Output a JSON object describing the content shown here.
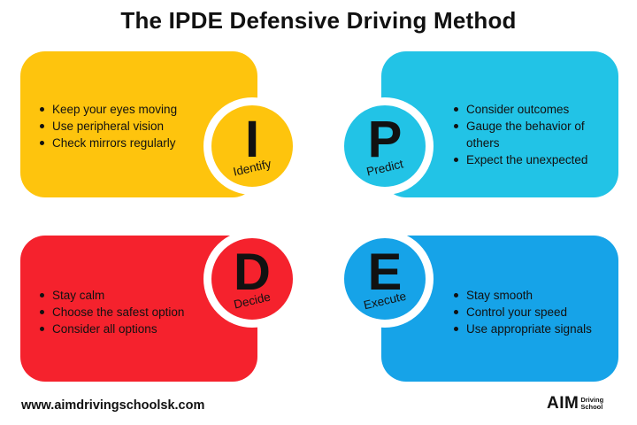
{
  "title": "The IPDE Defensive Driving Method",
  "colors": {
    "identify": "#fec40d",
    "predict": "#22c3e6",
    "decide": "#f5222d",
    "execute": "#16a3e8"
  },
  "identify": {
    "letter": "I",
    "word": "Identify",
    "bullets": [
      "Keep your eyes moving",
      "Use peripheral vision",
      "Check mirrors regularly"
    ]
  },
  "predict": {
    "letter": "P",
    "word": "Predict",
    "bullets": [
      "Consider outcomes",
      "Gauge the behavior of others",
      "Expect the unexpected"
    ]
  },
  "decide": {
    "letter": "D",
    "word": "Decide",
    "bullets": [
      "Stay calm",
      "Choose the safest option",
      "Consider all options"
    ]
  },
  "execute": {
    "letter": "E",
    "word": "Execute",
    "bullets": [
      "Stay smooth",
      "Control your speed",
      "Use appropriate signals"
    ]
  },
  "footer": {
    "url": "www.aimdrivingschoolsk.com",
    "logo_main": "AIM",
    "logo_sub_1": "Driving",
    "logo_sub_2": "School"
  }
}
